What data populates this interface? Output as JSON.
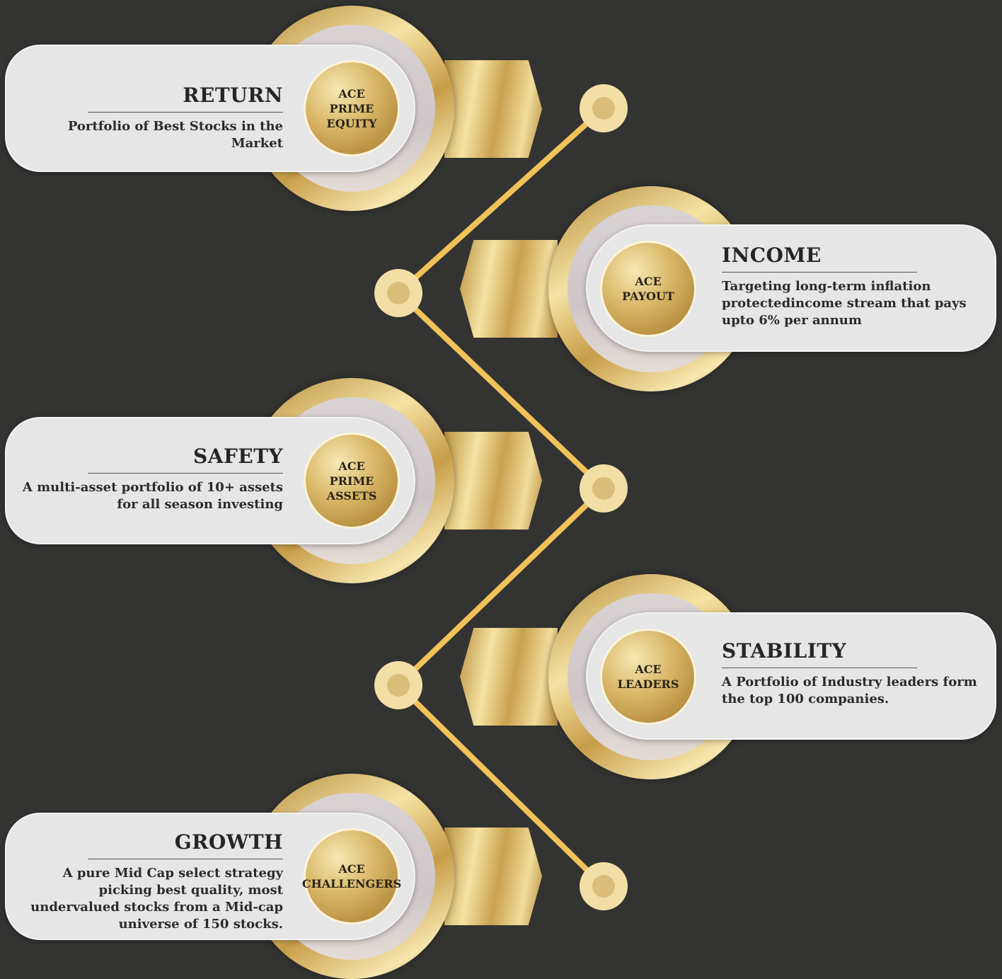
{
  "items": [
    {
      "title": "RETURN",
      "coin_line1": "ACE",
      "coin_line2": "PRIME EQUITY",
      "description": "Portfolio of Best Stocks in the Market"
    },
    {
      "title": "INCOME",
      "coin_line1": "ACE",
      "coin_line2": "PAYOUT",
      "description": "Targeting long-term inflation protectedincome stream that pays upto 6% per annum"
    },
    {
      "title": "SAFETY",
      "coin_line1": "ACE",
      "coin_line2": "PRIME ASSETS",
      "description": "A multi-asset portfolio of 10+ assets for all season investing"
    },
    {
      "title": "STABILITY",
      "coin_line1": "ACE",
      "coin_line2": "LEADERS",
      "description": "A Portfolio of Industry leaders form the top 100 companies."
    },
    {
      "title": "GROWTH",
      "coin_line1": "ACE",
      "coin_line2": "CHALLENGERS",
      "description": "A pure Mid Cap select strategy picking best quality, most undervalued stocks from a Mid-cap universe of 150 stocks."
    }
  ],
  "colors": {
    "background": "#333331",
    "connector": "#f2c25a",
    "node_outer": "#f3dfa6",
    "node_inner": "#d9bd78",
    "card": "#e6e6e6",
    "gold_light": "#f6e3a4",
    "gold_dark": "#b38a3a"
  }
}
